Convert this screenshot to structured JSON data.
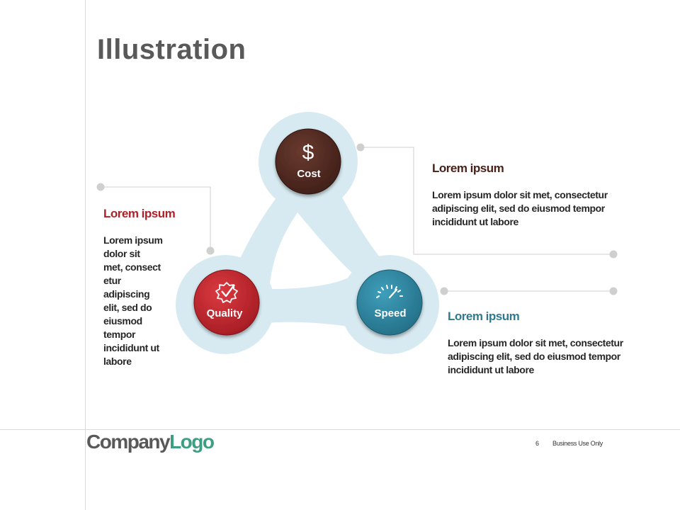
{
  "slide": {
    "title": "Illustration",
    "footer": {
      "page_number": "6",
      "note": "Business Use Only"
    },
    "logo": {
      "part1": "Company",
      "part2": "Logo",
      "color1": "#595959",
      "color2": "#3e9e82"
    }
  },
  "nodes": {
    "cost": {
      "label": "Cost",
      "icon": "dollar-icon",
      "glyph": "$",
      "color": "#4f2a21"
    },
    "quality": {
      "label": "Quality",
      "icon": "checkmark-badge-icon",
      "color": "#c3272e"
    },
    "speed": {
      "label": "Speed",
      "icon": "speedometer-icon",
      "color": "#2e86a1"
    }
  },
  "blocks": {
    "top_right": {
      "heading": "Lorem ipsum",
      "heading_color": "#4a2119",
      "lines": [
        "Lorem ipsum dolor sit met, consectetur",
        "adipiscing elit, sed do eiusmod tempor",
        "incididunt ut labore"
      ]
    },
    "left": {
      "heading": "Lorem ipsum",
      "heading_color": "#b02028",
      "lines": [
        "Lorem ipsum",
        "dolor sit",
        "met, consect",
        "etur",
        "adipiscing",
        "elit, sed do",
        "eiusmod",
        "tempor",
        "incididunt ut",
        "labore"
      ]
    },
    "bottom_right": {
      "heading": "Lorem ipsum",
      "heading_color": "#2e7a90",
      "lines": [
        "Lorem ipsum dolor sit met, consectetur",
        "adipiscing elit, sed do eiusmod tempor",
        "incididunt ut labore"
      ]
    }
  },
  "colors": {
    "band": "#d7eaf1",
    "connector": "#cfcfcf"
  }
}
